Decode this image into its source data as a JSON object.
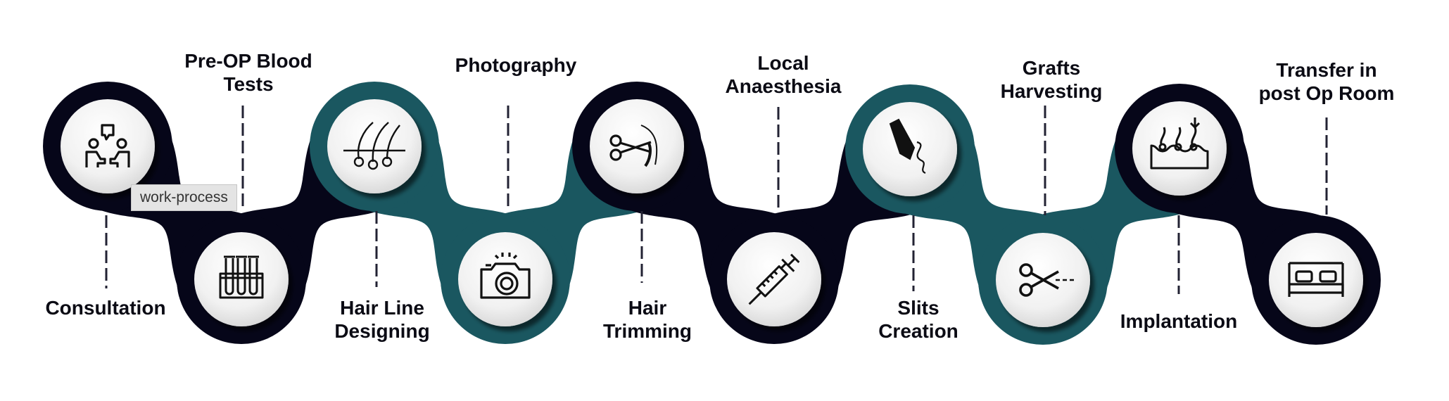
{
  "colors": {
    "navy": "#060619",
    "teal": "#1a5760",
    "label": "#0b0b14",
    "dash": "#222233"
  },
  "tooltip": "work-process",
  "steps": [
    {
      "name": "consultation",
      "icon": "consultation-icon",
      "lines": [
        "Consultation"
      ]
    },
    {
      "name": "pre-op-blood-tests",
      "icon": "test-tubes-icon",
      "lines": [
        "Pre-OP Blood",
        "Tests"
      ]
    },
    {
      "name": "hair-line-designing",
      "icon": "hair-follicles-icon",
      "lines": [
        "Hair Line",
        "Designing"
      ]
    },
    {
      "name": "photography",
      "icon": "camera-icon",
      "lines": [
        "Photography"
      ]
    },
    {
      "name": "hair-trimming",
      "icon": "scissors-cutting-hair-icon",
      "lines": [
        "Hair",
        "Trimming"
      ]
    },
    {
      "name": "local-anaesthesia",
      "icon": "syringe-icon",
      "lines": [
        "Local",
        "Anaesthesia"
      ]
    },
    {
      "name": "slits-creation",
      "icon": "pen-nib-icon",
      "lines": [
        "Slits",
        "Creation"
      ]
    },
    {
      "name": "grafts-harvesting",
      "icon": "scissors-icon",
      "lines": [
        "Grafts",
        "Harvesting"
      ]
    },
    {
      "name": "implantation",
      "icon": "implantation-icon",
      "lines": [
        "Implantation"
      ]
    },
    {
      "name": "transfer-in-post-op-room",
      "icon": "bed-icon",
      "lines": [
        "Transfer in",
        "post Op Room"
      ]
    }
  ]
}
